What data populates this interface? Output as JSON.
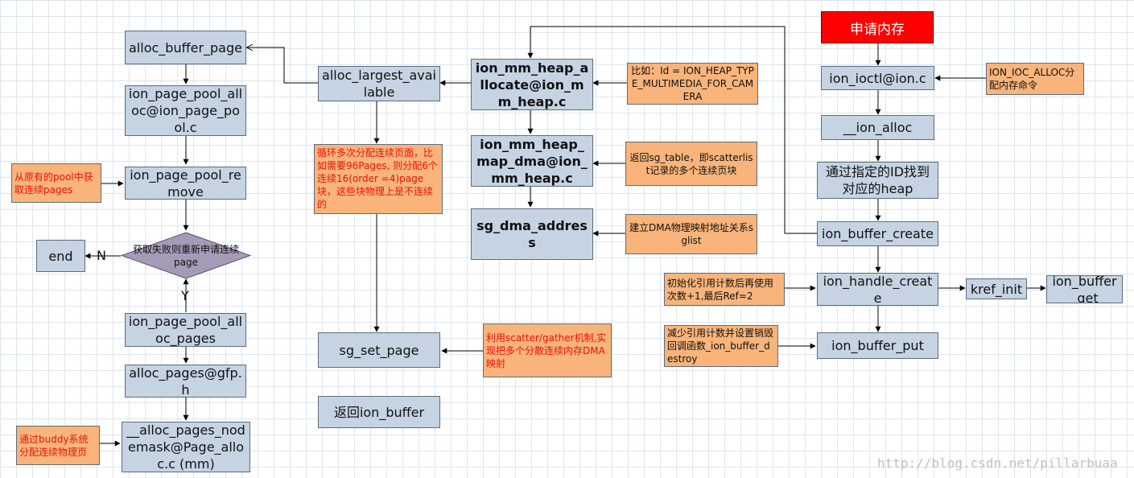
{
  "nodes": {
    "alloc_buffer_page": "alloc_buffer_page",
    "ion_page_pool_alloc": "ion_page_pool_alloc@ion_page_pool.c",
    "ion_page_pool_remove": "ion_page_pool_remove",
    "end": "end",
    "decision": "获取失败则重新申请连续page",
    "decision_no": "N",
    "decision_yes": "Y",
    "ion_page_pool_alloc_pages": "ion_page_pool_alloc_pages",
    "alloc_pages_gfp": "alloc_pages@gfp.h",
    "alloc_pages_nodemask": "__alloc_pages_nodemask@Page_alloc.c (mm)",
    "alloc_largest_available": "alloc_largest_available",
    "sg_set_page": "sg_set_page",
    "return_ion_buffer": "返回ion_buffer",
    "ion_mm_heap_allocate": "ion_mm_heap_allocate@ion_mm_heap.c",
    "ion_mm_heap_map_dma": "ion_mm_heap_map_dma@ion_mm_heap.c",
    "sg_dma_address": "sg_dma_address",
    "start": "申请内存",
    "ion_ioctl": "ion_ioctl@ion.c",
    "ion_alloc": "__ion_alloc",
    "find_heap": "通过指定的ID找到对应的heap",
    "ion_buffer_create": "ion_buffer_create",
    "ion_handle_create": "ion_handle_create",
    "kref_init": "kref_init",
    "ion_buffer_get": "ion_buffer_get",
    "ion_buffer_put": "ion_buffer_put"
  },
  "notes": {
    "pool_source": "从原有的pool中获取连续pages",
    "buddy": "通过buddy系统分配连续物理页",
    "loop_alloc": "循环多次分配连续页面，比如需要96Pages, 则分配6个连续16(order =4)page块，这些块物理上是不连续的",
    "scatter_gather": "利用scatter/gather机制,实现把多个分散连续内存DMA映射",
    "heap_id": "比如：Id = ION_HEAP_TYPE_MULTIMEDIA_FOR_CAMERA",
    "sg_table": "返回sg_table，即scatterlist记录的多个连续页块",
    "dma_map": "建立DMA物理映射地址关系sglist",
    "ioc_alloc": "ION_IOC_ALLOC分配内存命令",
    "refcount_init": "初始化引用计数后再使用次数+1,最后Ref=2",
    "refcount_put": "减少引用计数并设置销毁回调函数_ion_buffer_destroy"
  },
  "watermark": "http://blog.csdn.net/pillarbuaa"
}
